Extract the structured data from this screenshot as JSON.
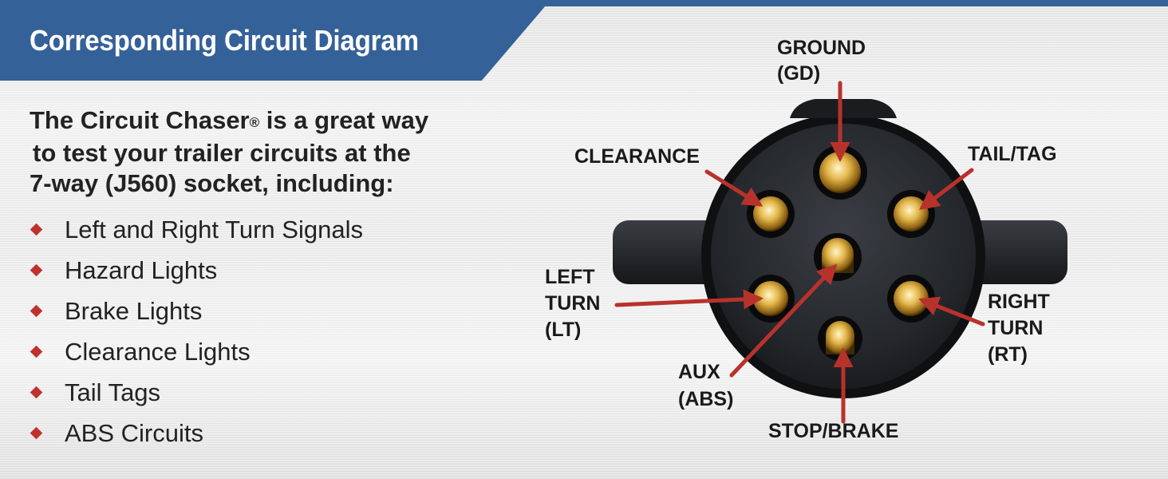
{
  "banner": {
    "title": "Corresponding Circuit Diagram"
  },
  "intro": {
    "line1": "The Circuit Chaser",
    "trademark": "®",
    "line1_rest": " is a great way",
    "line2": "to test your trailer circuits at the",
    "line3": "7-way (J560) socket, including:"
  },
  "features": [
    "Left and Right Turn Signals",
    "Hazard Lights",
    "Brake Lights",
    "Clearance Lights",
    "Tail Tags",
    "ABS Circuits"
  ],
  "pins": {
    "ground": {
      "line1": "GROUND",
      "line2": "(GD)"
    },
    "clearance": {
      "line1": "CLEARANCE"
    },
    "tail": {
      "line1": "TAIL/TAG"
    },
    "left": {
      "line1": "LEFT",
      "line2": "TURN",
      "line3": "(LT)"
    },
    "right": {
      "line1": "RIGHT",
      "line2": "TURN",
      "line3": "(RT)"
    },
    "aux": {
      "line1": "AUX",
      "line2": "(ABS)"
    },
    "stop": {
      "line1": "STOP/BRAKE"
    }
  },
  "colors": {
    "banner": "#356199",
    "bullet": "#c0312b",
    "arrow": "#b8322c",
    "socket": "#1d2024",
    "pin_brass": "#c9a24a"
  },
  "icons": {
    "bullet": "diamond-bullet-icon",
    "arrow": "pointer-arrow-icon"
  }
}
